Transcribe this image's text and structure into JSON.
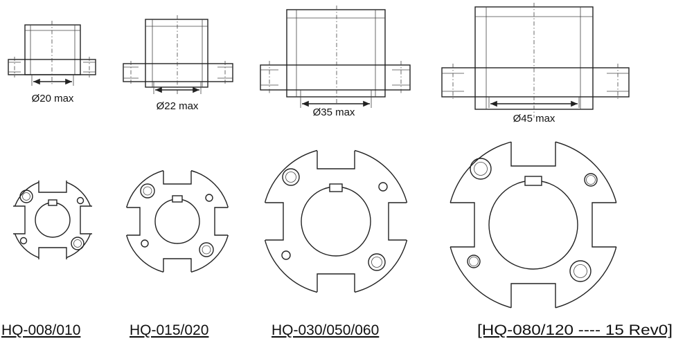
{
  "parts": [
    {
      "model": "HQ-008/010",
      "bore_label": "Ø20 max"
    },
    {
      "model": "HQ-015/020",
      "bore_label": "Ø22 max"
    },
    {
      "model": "HQ-030/050/060",
      "bore_label": "Ø35 max"
    },
    {
      "model": "[HQ-080/120 ---- 15 Rev0]",
      "bore_label": "Ø45 max"
    }
  ]
}
